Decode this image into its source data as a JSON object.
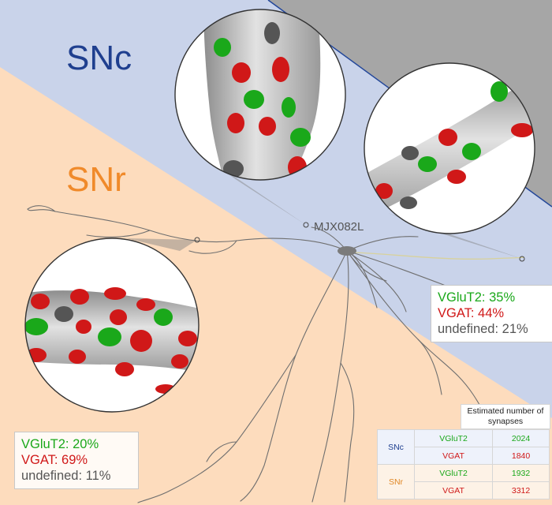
{
  "regions": {
    "snc": "SNc",
    "snr": "SNr"
  },
  "neuron_id": "MJX082L",
  "snc_stats": {
    "vglut2": "VGluT2: 35%",
    "vgat": "VGAT: 44%",
    "undefined": "undefined: 21%"
  },
  "snr_stats": {
    "vglut2": "VGluT2: 20%",
    "vgat": "VGAT: 69%",
    "undefined": "undefined: 11%"
  },
  "synapse_table": {
    "header": "Estimated number of synapses",
    "rows": [
      {
        "region": "SNc",
        "type": "VGluT2",
        "value": "2024"
      },
      {
        "region": "",
        "type": "VGAT",
        "value": "1840"
      },
      {
        "region": "SNr",
        "type": "VGluT2",
        "value": "1932"
      },
      {
        "region": "",
        "type": "VGAT",
        "value": "3312"
      }
    ]
  },
  "colors": {
    "snc_region": "#c9d3ea",
    "snr_region": "#fddcbd",
    "other_region": "#a6a6a6",
    "vglut2": "#1aa81a",
    "vgat": "#d01818",
    "undefined": "#555555"
  }
}
